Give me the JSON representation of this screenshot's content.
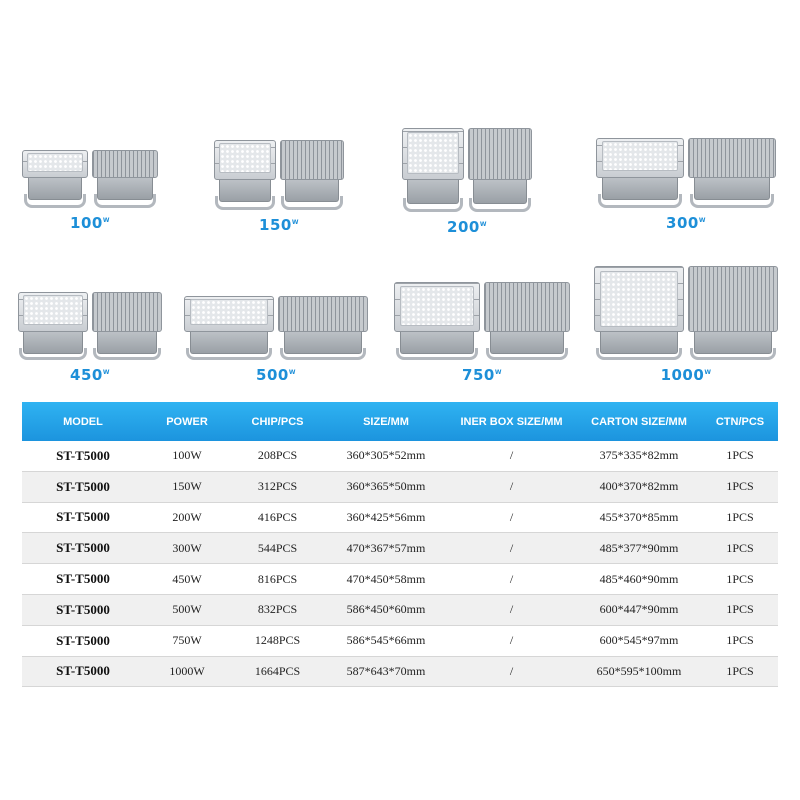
{
  "products": [
    {
      "watt": "100",
      "unit": "W"
    },
    {
      "watt": "150",
      "unit": "W"
    },
    {
      "watt": "200",
      "unit": "W"
    },
    {
      "watt": "300",
      "unit": "W"
    },
    {
      "watt": "450",
      "unit": "W"
    },
    {
      "watt": "500",
      "unit": "W"
    },
    {
      "watt": "750",
      "unit": "W"
    },
    {
      "watt": "1000",
      "unit": "W"
    }
  ],
  "table": {
    "headers": [
      "MODEL",
      "POWER",
      "CHIP/PCS",
      "SIZE/MM",
      "INER BOX SIZE/MM",
      "CARTON SIZE/MM",
      "CTN/PCS"
    ],
    "rows": [
      [
        "ST-T5000",
        "100W",
        "208PCS",
        "360*305*52mm",
        "/",
        "375*335*82mm",
        "1PCS"
      ],
      [
        "ST-T5000",
        "150W",
        "312PCS",
        "360*365*50mm",
        "/",
        "400*370*82mm",
        "1PCS"
      ],
      [
        "ST-T5000",
        "200W",
        "416PCS",
        "360*425*56mm",
        "/",
        "455*370*85mm",
        "1PCS"
      ],
      [
        "ST-T5000",
        "300W",
        "544PCS",
        "470*367*57mm",
        "/",
        "485*377*90mm",
        "1PCS"
      ],
      [
        "ST-T5000",
        "450W",
        "816PCS",
        "470*450*58mm",
        "/",
        "485*460*90mm",
        "1PCS"
      ],
      [
        "ST-T5000",
        "500W",
        "832PCS",
        "586*450*60mm",
        "/",
        "600*447*90mm",
        "1PCS"
      ],
      [
        "ST-T5000",
        "750W",
        "1248PCS",
        "586*545*66mm",
        "/",
        "600*545*97mm",
        "1PCS"
      ],
      [
        "ST-T5000",
        "1000W",
        "1664PCS",
        "587*643*70mm",
        "/",
        "650*595*100mm",
        "1PCS"
      ]
    ]
  }
}
